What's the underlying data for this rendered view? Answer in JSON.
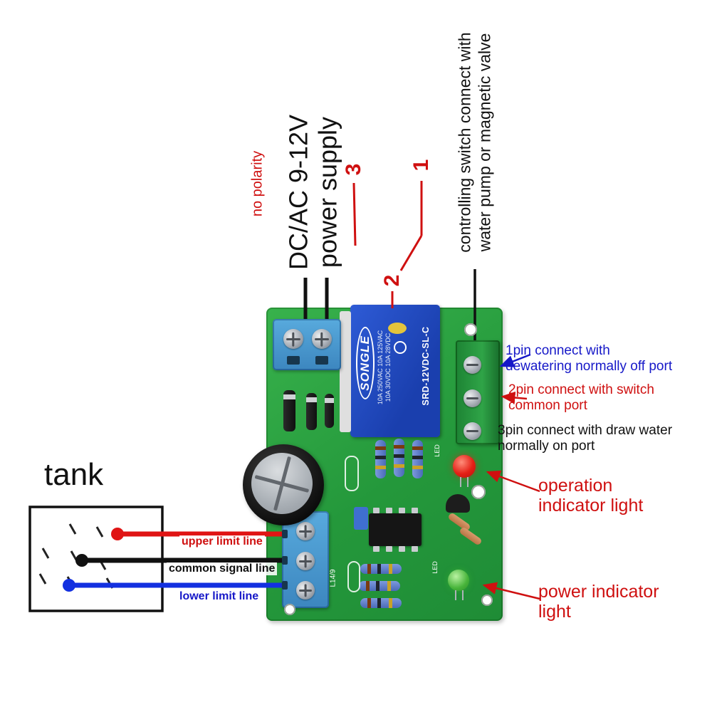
{
  "colors": {
    "annotation_red": "#cf1010",
    "annotation_blue": "#1618c8",
    "annotation_black": "#111111",
    "pcb_green": "#2aa243",
    "relay_blue": "#2450c8",
    "led_red": "#e42016",
    "led_green": "#47b43a",
    "wire_red": "#e01414",
    "wire_black": "#111111",
    "wire_blue": "#1330e0"
  },
  "top": {
    "no_polarity": "no polarity",
    "power_supply": {
      "line1": "DC/AC 9-12V",
      "line2": "power supply"
    },
    "controlling": {
      "line1": "controlling switch connect with",
      "line2": "water pump or magnetic valve"
    },
    "pins": {
      "p1": "1",
      "p2": "2",
      "p3": "3"
    }
  },
  "right": {
    "pin1": {
      "line1": "1pin connect with",
      "line2": "dewatering normally off port"
    },
    "pin2": {
      "line1": "2pin connect with switch",
      "line2": "common port"
    },
    "pin3": {
      "line1": "3pin connect with draw water",
      "line2": "normally on port"
    },
    "operation": {
      "line1": "operation",
      "line2": "indicator light"
    },
    "power": {
      "line1": "power indicator",
      "line2": "light"
    }
  },
  "left": {
    "tank": "tank",
    "wires": {
      "upper": "upper limit line",
      "common": "common signal line",
      "lower": "lower limit line"
    }
  },
  "relay": {
    "brand": "SONGLE",
    "rating1": "10A 250VAC 10A 125VAC",
    "rating2": "10A 30VDC 10A 28VDC",
    "model": "SRD-12VDC-SL-C"
  },
  "silk": {
    "led_top": "LED",
    "led_bottom": "LED",
    "ref": "L14/9"
  }
}
